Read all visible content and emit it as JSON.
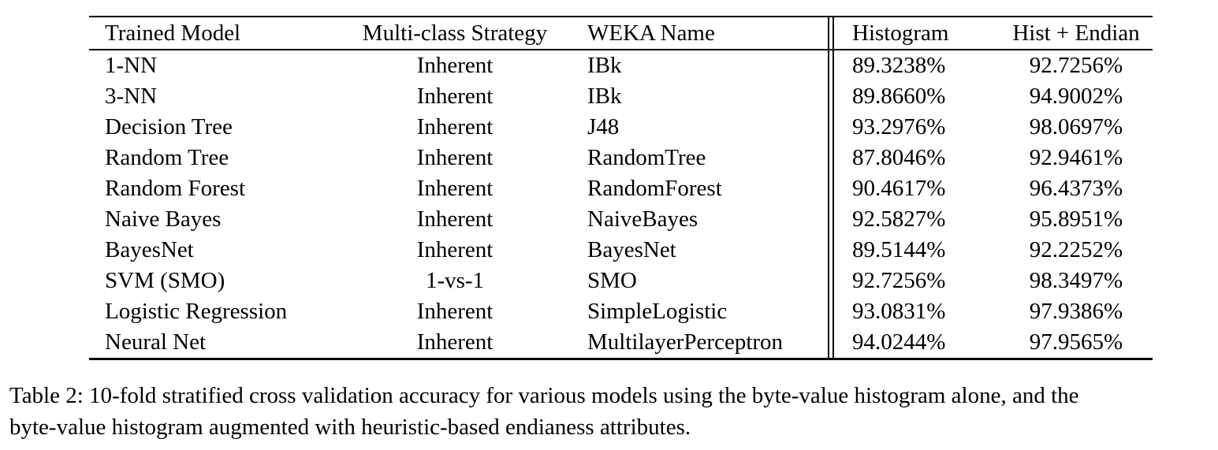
{
  "table": {
    "headers": [
      "Trained Model",
      "Multi-class Strategy",
      "WEKA Name",
      "Histogram",
      "Hist + Endian"
    ],
    "rows": [
      [
        "1-NN",
        "Inherent",
        "IBk",
        "89.3238%",
        "92.7256%"
      ],
      [
        "3-NN",
        "Inherent",
        "IBk",
        "89.8660%",
        "94.9002%"
      ],
      [
        "Decision Tree",
        "Inherent",
        "J48",
        "93.2976%",
        "98.0697%"
      ],
      [
        "Random Tree",
        "Inherent",
        "RandomTree",
        "87.8046%",
        "92.9461%"
      ],
      [
        "Random Forest",
        "Inherent",
        "RandomForest",
        "90.4617%",
        "96.4373%"
      ],
      [
        "Naive Bayes",
        "Inherent",
        "NaiveBayes",
        "92.5827%",
        "95.8951%"
      ],
      [
        "BayesNet",
        "Inherent",
        "BayesNet",
        "89.5144%",
        "92.2252%"
      ],
      [
        "SVM (SMO)",
        "1-vs-1",
        "SMO",
        "92.7256%",
        "98.3497%"
      ],
      [
        "Logistic Regression",
        "Inherent",
        "SimpleLogistic",
        "93.0831%",
        "97.9386%"
      ],
      [
        "Neural Net",
        "Inherent",
        "MultilayerPerceptron",
        "94.0244%",
        "97.9565%"
      ]
    ]
  },
  "caption": {
    "line1": "Table 2: 10-fold stratified cross validation accuracy for various models using the byte-value histogram alone, and the",
    "line2": "byte-value histogram augmented with heuristic-based endianess attributes."
  }
}
